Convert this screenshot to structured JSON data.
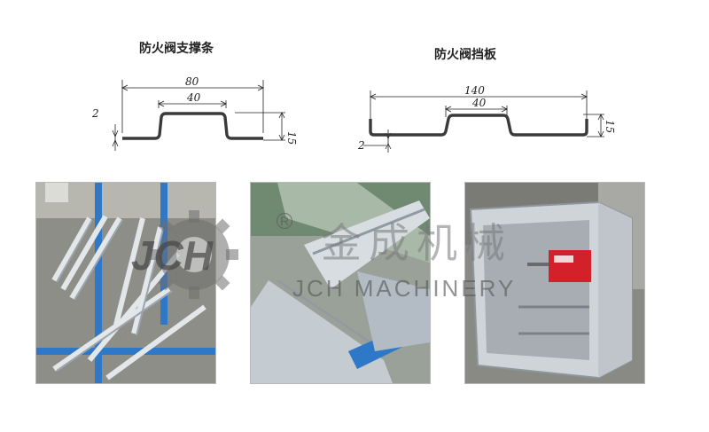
{
  "left_drawing": {
    "title": "防火阀支撑条",
    "dims": {
      "overall": "80",
      "inner": "40",
      "height": "15",
      "thickness": "2"
    }
  },
  "right_drawing": {
    "title": "防火阀挡板",
    "dims": {
      "overall": "140",
      "inner": "40",
      "height": "15",
      "thickness": "2"
    }
  },
  "watermark": {
    "chinese": "金成机械",
    "english": "JCH  MACHINERY",
    "registered": "R"
  },
  "photos": [
    {
      "subject": "stacked-galvanized-profiles"
    },
    {
      "subject": "formed-profile-strips"
    },
    {
      "subject": "fire-damper-assembly"
    }
  ],
  "colors": {
    "steel": "#c9cfd4",
    "blue_frame": "#2f78c8",
    "red_actuator": "#d4202a",
    "floor": "#8a8a84"
  }
}
